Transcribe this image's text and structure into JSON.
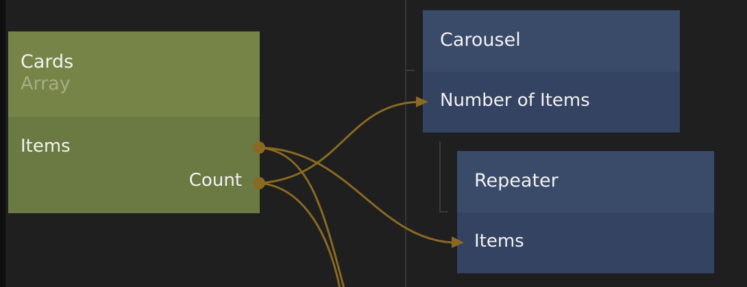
{
  "nodes": {
    "cards": {
      "title": "Cards",
      "subtitle": "Array",
      "ports": {
        "items": "Items",
        "count": "Count"
      }
    },
    "carousel": {
      "title": "Carousel",
      "ports": {
        "number_of_items": "Number of Items"
      }
    },
    "repeater": {
      "title": "Repeater",
      "ports": {
        "items": "Items"
      }
    }
  },
  "colors": {
    "background": "#1f1f1f",
    "cards_body": "#6b7a42",
    "cards_header": "#778448",
    "visual_body": "#344361",
    "visual_header": "#3a4b69",
    "connection": "#8a6a22",
    "text": "#f2f2f2"
  },
  "connections": [
    {
      "from": "cards.count",
      "to": "carousel.number_of_items"
    },
    {
      "from": "cards.items",
      "to": "repeater.items"
    }
  ]
}
